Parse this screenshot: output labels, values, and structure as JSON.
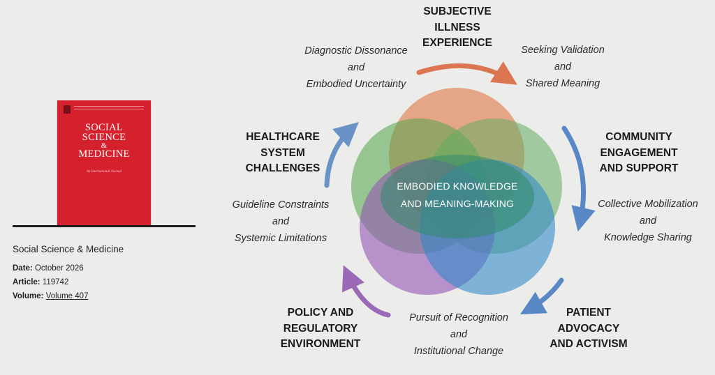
{
  "journal": {
    "cover_title_lines": [
      "SOCIAL",
      "SCIENCE",
      "&",
      "MEDICINE"
    ],
    "cover_subtitle": "An International Journal",
    "name": "Social Science & Medicine",
    "date_label": "Date:",
    "date_value": "October 2026",
    "article_label": "Article:",
    "article_value": "119742",
    "volume_label": "Volume:",
    "volume_value": "Volume 407"
  },
  "diagram": {
    "center_lines": [
      "EMBODIED KNOWLEDGE",
      "AND MEANING-MAKING"
    ],
    "circle_colors": {
      "orange": "#e0794a",
      "green_left": "#52a548",
      "green_right": "#64ad62",
      "purple": "#9456b4",
      "blue": "#2f88c8",
      "center_teal": "#2f8a6a"
    },
    "arrow_colors": {
      "top": "#dc7552",
      "right": "#5a88c6",
      "left": "#6a92c6",
      "bottom_left": "#9a6ab6"
    },
    "themes": [
      {
        "key": "subjective",
        "title_lines": [
          "SUBJECTIVE",
          "ILLNESS",
          "EXPERIENCE"
        ]
      },
      {
        "key": "community",
        "title_lines": [
          "COMMUNITY",
          "ENGAGEMENT",
          "AND SUPPORT"
        ]
      },
      {
        "key": "advocacy",
        "title_lines": [
          "PATIENT",
          "ADVOCACY",
          "AND ACTIVISM"
        ]
      },
      {
        "key": "policy",
        "title_lines": [
          "POLICY AND",
          "REGULATORY",
          "ENVIRONMENT"
        ]
      },
      {
        "key": "healthcare",
        "title_lines": [
          "HEALTHCARE",
          "SYSTEM",
          "CHALLENGES"
        ]
      }
    ],
    "processes": [
      {
        "key": "diagnostic",
        "lines": [
          "Diagnostic Dissonance",
          "and",
          "Embodied Uncertainty"
        ]
      },
      {
        "key": "validation",
        "lines": [
          "Seeking Validation",
          "and",
          "Shared Meaning"
        ]
      },
      {
        "key": "collective",
        "lines": [
          "Collective Mobilization",
          "and",
          "Knowledge Sharing"
        ]
      },
      {
        "key": "recognition",
        "lines": [
          "Pursuit of Recognition",
          "and",
          "Institutional Change"
        ]
      },
      {
        "key": "guideline",
        "lines": [
          "Guideline Constraints",
          "and",
          "Systemic Limitations"
        ]
      }
    ]
  }
}
